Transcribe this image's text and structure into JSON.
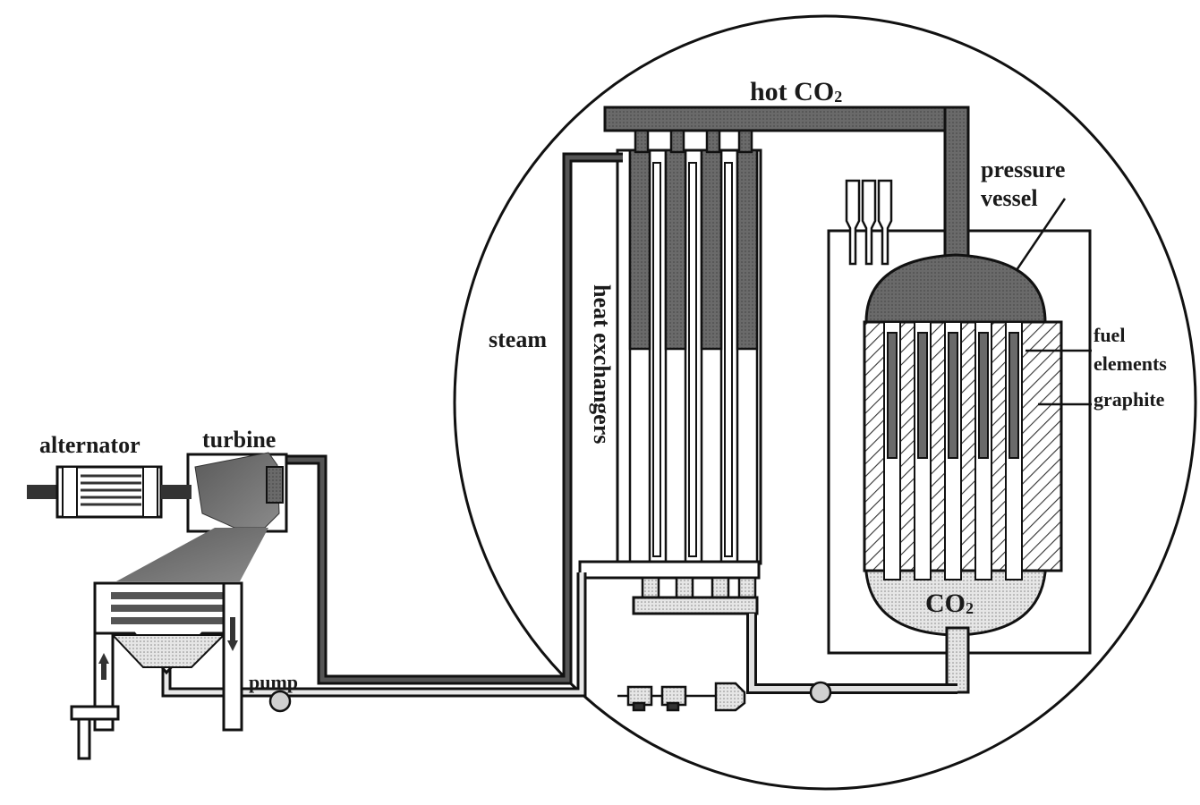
{
  "labels": {
    "alternator": "alternator",
    "turbine": "turbine",
    "pump": "pump",
    "steam": "steam",
    "heat_exchangers": "heat exchangers",
    "hot_co2_prefix": "hot CO",
    "hot_co2_sub": "2",
    "pressure": "pressure",
    "vessel": "vessel",
    "fuel": "fuel",
    "elements": "elements",
    "graphite": "graphite",
    "co2_prefix": "CO",
    "co2_sub": "2"
  },
  "colors": {
    "hot_pipe": "#6f6f6f",
    "cool_pipe": "#d8d8d8",
    "dark_pipe": "#444444",
    "line": "#111111"
  }
}
